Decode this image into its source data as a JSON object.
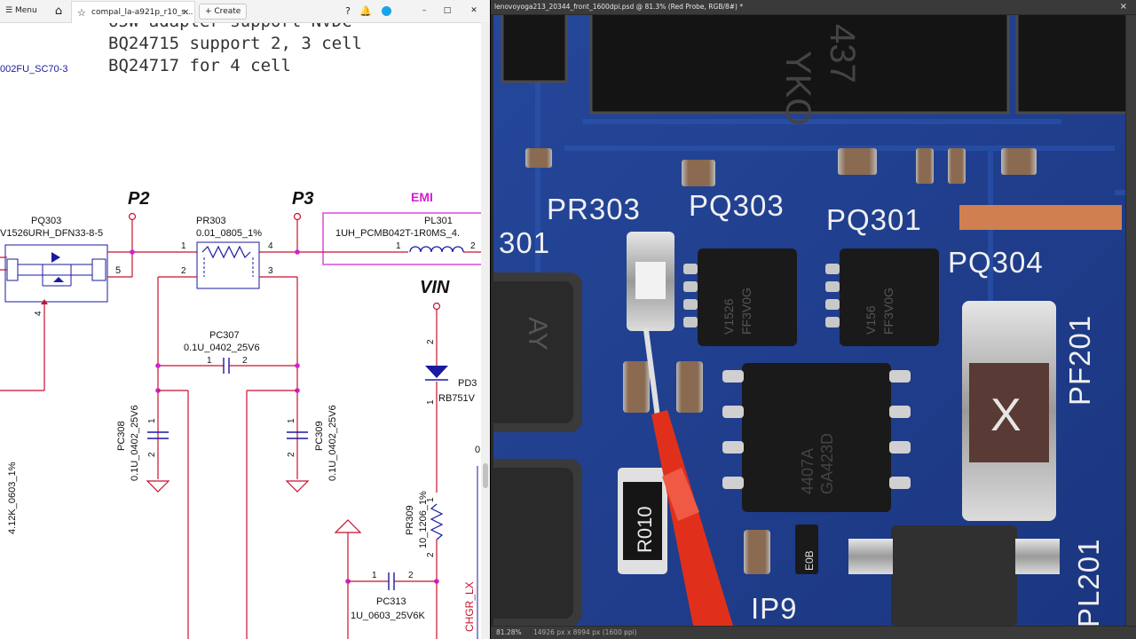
{
  "viewer": {
    "menu_label": "Menu",
    "tab_title": "compal_la-a921p_r10_s...",
    "tab_close": "×",
    "create_label": "+ Create",
    "help_icon": "?",
    "bell_icon": "bell",
    "win_min": "–",
    "win_max": "□",
    "win_close": "✕"
  },
  "schematic": {
    "note_line1": "65W adapter support NVDC",
    "note_line2": "BQ24715 support 2, 3 cell",
    "note_line3": "BQ24717 for 4 cell",
    "left_partial_label": "002FU_SC70-3",
    "p2": "P2",
    "p3": "P3",
    "emi": "EMI",
    "vin": "VIN",
    "pq303_ref": "PQ303",
    "pq303_part": "V1526URH_DFN33-8-5",
    "pq303_pin5": "5",
    "pq303_pin4": "4",
    "pr303_ref": "PR303",
    "pr303_value": "0.01_0805_1%",
    "pr303_pin1": "1",
    "pr303_pin2": "2",
    "pr303_pin3": "3",
    "pr303_pin4": "4",
    "pl301_ref": "PL301",
    "pl301_value": "1UH_PCMB042T-1R0MS_4.",
    "pl301_pin1": "1",
    "pl301_pin2": "2",
    "pc307_ref": "PC307",
    "pc307_value": "0.1U_0402_25V6",
    "pc307_pin1": "1",
    "pc307_pin2": "2",
    "pc308_ref": "PC308",
    "pc308_value": "0.1U_0402_25V6",
    "pc309_ref": "PC309",
    "pc309_value": "0.1U_0402_25V6",
    "pin1": "1",
    "pin2": "2",
    "pd3_ref": "PD3",
    "pd3_part": "RB751V",
    "pr309_ref": "PR309",
    "pr309_value": "10_1206_1%",
    "pc313_ref": "PC313",
    "pc313_value": "1U_0603_25V6K",
    "res_412k": "4.12K_0603_1%",
    "chgr_lx": "CHGR_LX",
    "edge_zero": "0"
  },
  "photoshop": {
    "doc_title": "lenovoyoga213_20344_front_1600dpi.psd @ 81.3% (Red Probe, RGB/8#) *",
    "close": "×",
    "zoom": "81.28%",
    "dims": "14926 px x 8994 px (1600 ppi)",
    "arrow": "›"
  },
  "board_silkscreen": {
    "pr303": "PR303",
    "pq303": "PQ303",
    "pq301": "PQ301",
    "pq304": "PQ304",
    "pf201": "PF201",
    "pl201": "PL201",
    "ip9": "IP9",
    "left_301": "301",
    "chip1_marking": "V1526",
    "chip1_marking2": "FF3V0G",
    "chip2_marking": "V156",
    "chip2_marking2": "FF3V0G",
    "chip3_marking": "4407A",
    "chip3_marking2": "GA423D",
    "r010": "R010",
    "e0b": "E0B",
    "top_ic_text": "YKO",
    "top_ic_text2": "437",
    "inductor_text": "AY",
    "fuse_x": "X"
  },
  "colors": {
    "schematic_wire": "#c8102e",
    "schematic_text": "#1a1aa0",
    "magenta": "#d21fd2",
    "pcb_blue": "#1f3d8c",
    "probe_red": "#e0301c"
  }
}
